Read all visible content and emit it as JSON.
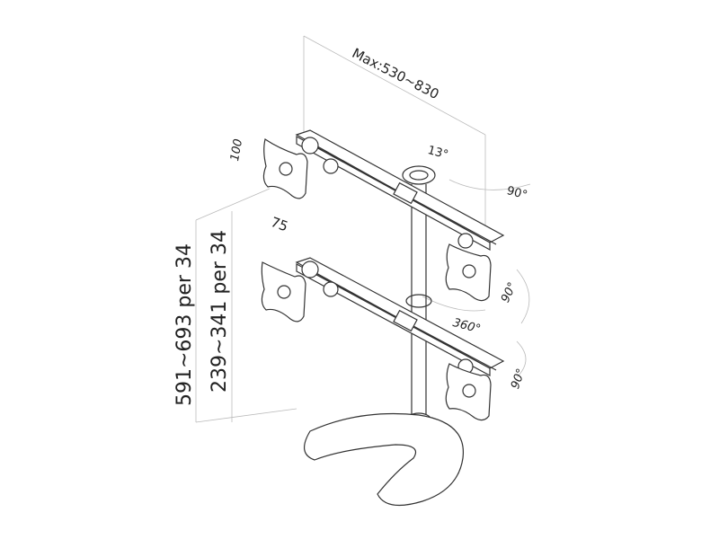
{
  "diagram": {
    "max_length": "Max:530~830",
    "tilt_angle": "13°",
    "rotation_top": "90°",
    "vesa_height": "100",
    "vesa_width": "75",
    "rotation_upper_right": "90°",
    "swivel": "360°",
    "rotation_lower_right": "90°",
    "height_range_top": "591~693 per 34",
    "height_range_bottom": "239~341 per 34"
  }
}
